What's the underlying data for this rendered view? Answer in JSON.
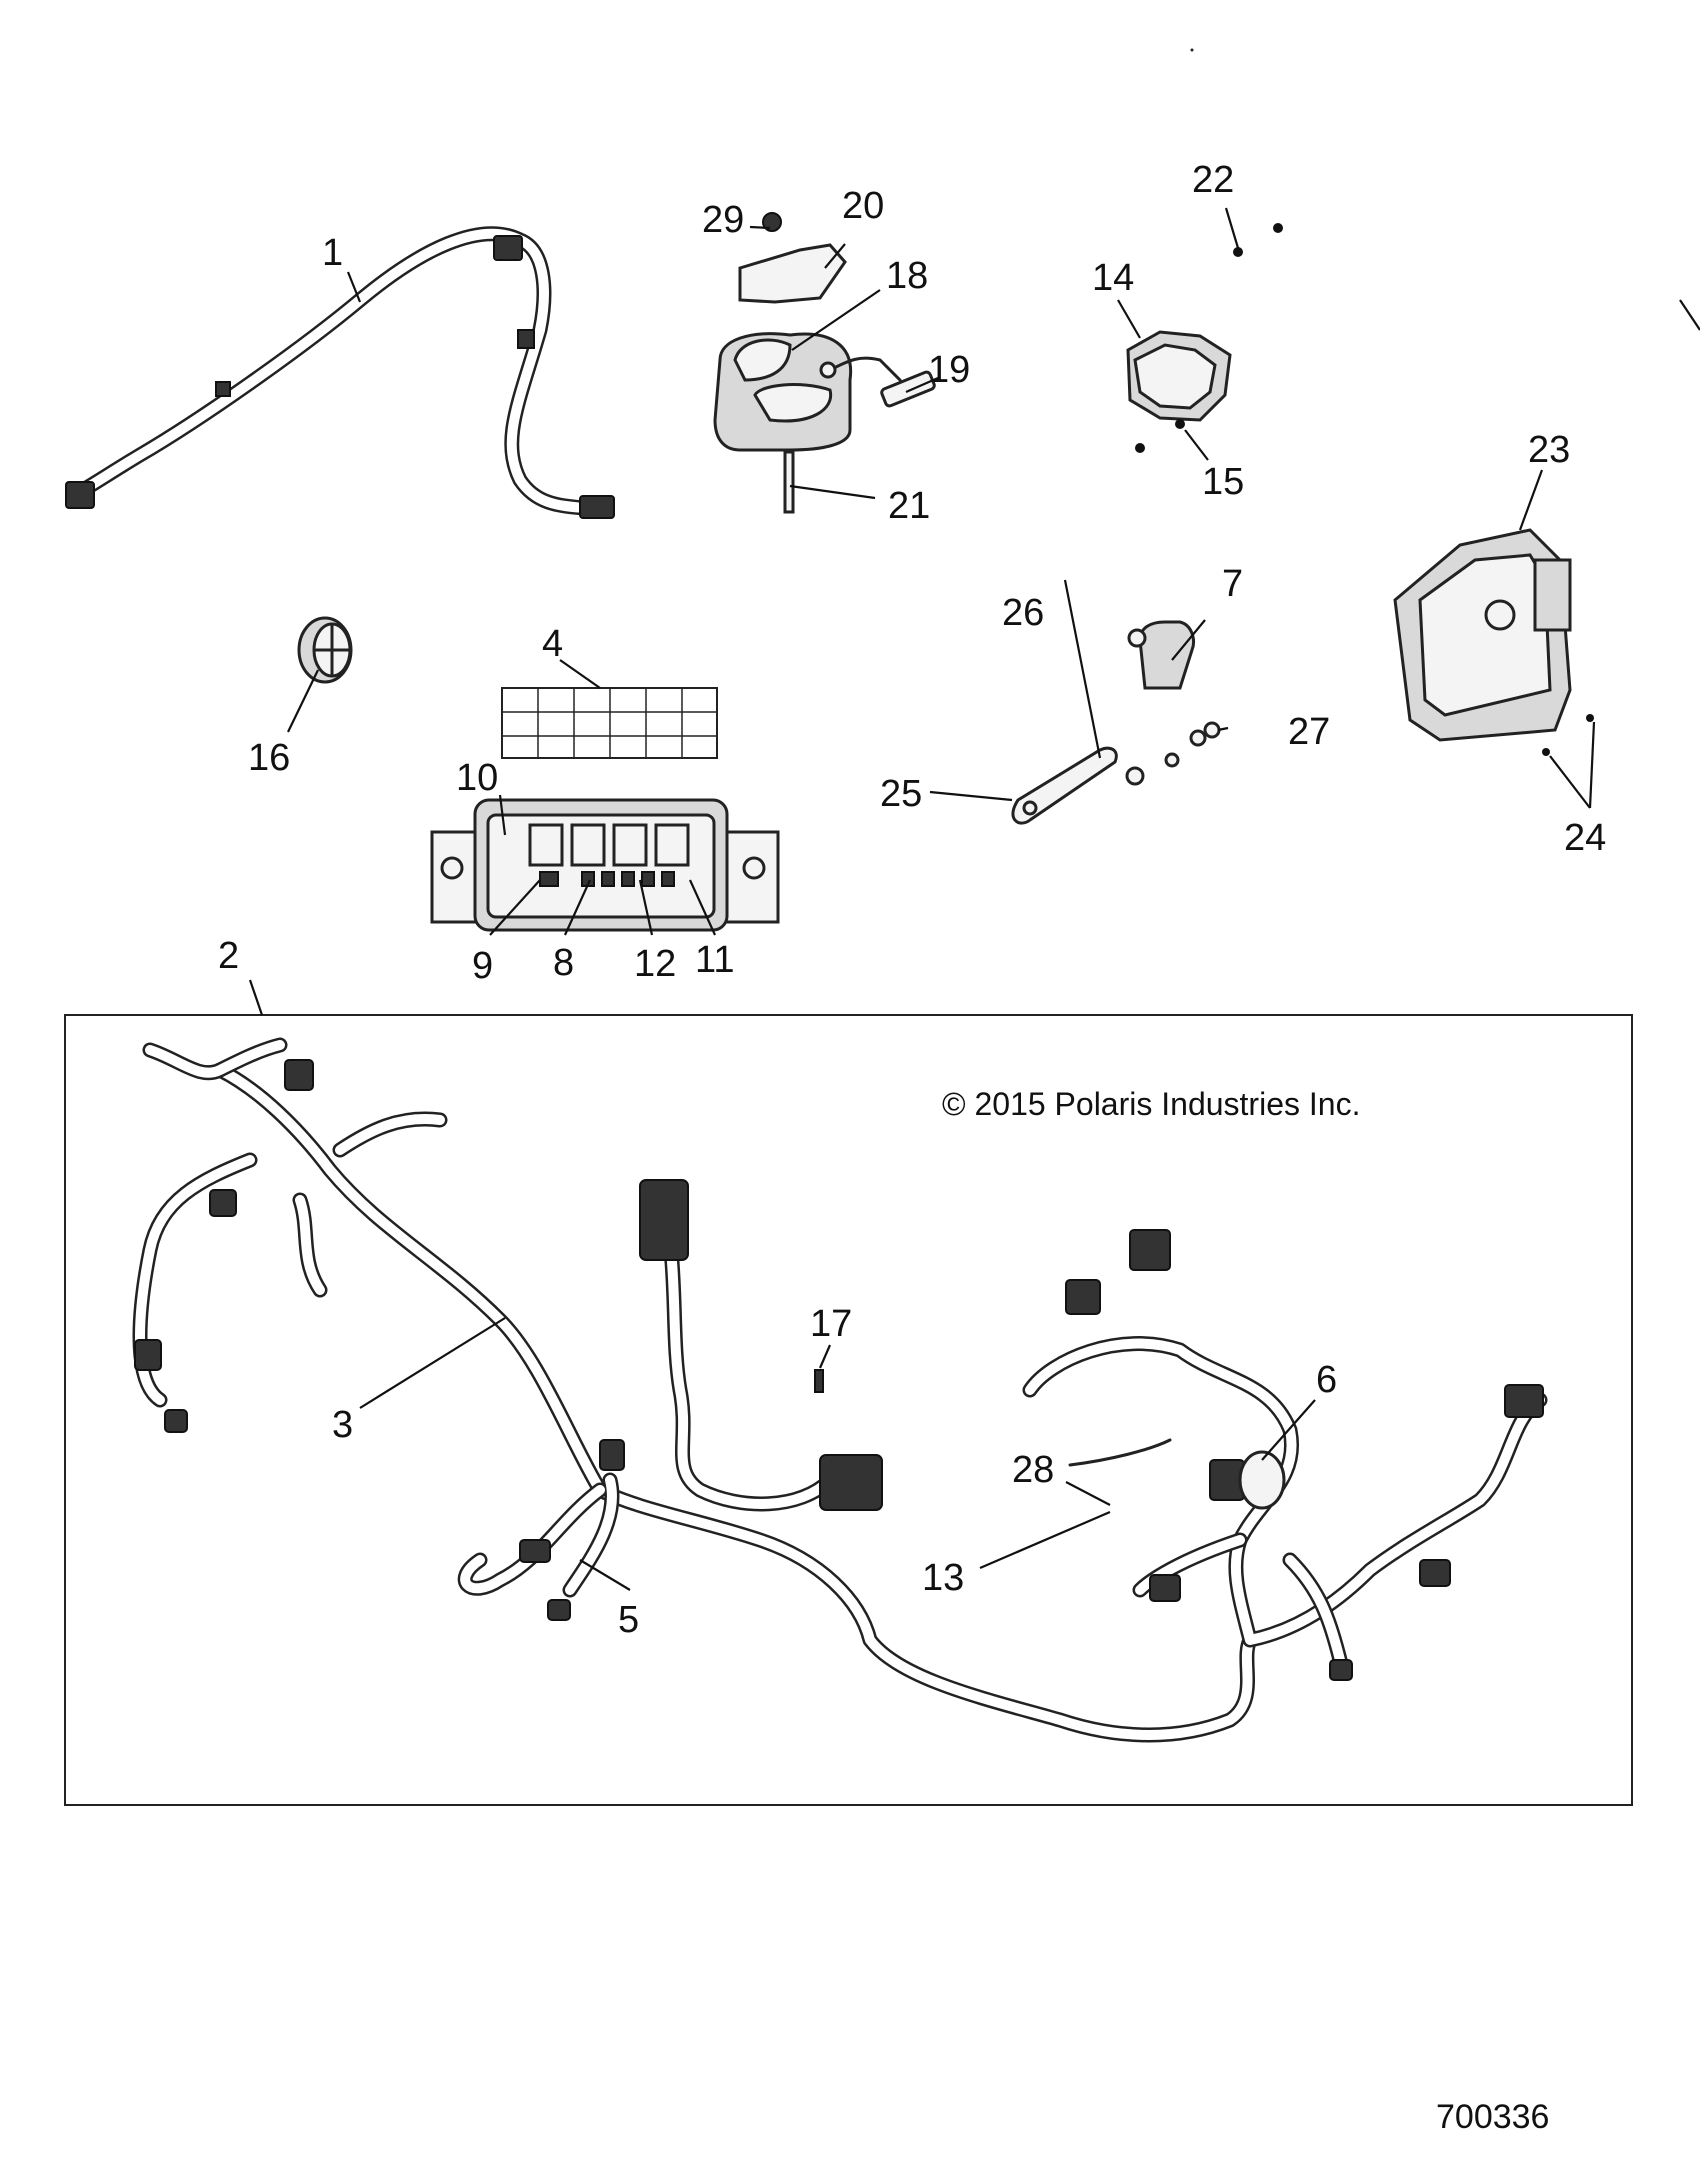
{
  "copyright": "© 2015 Polaris Industries Inc.",
  "reference_number": "700336",
  "callouts": [
    {
      "id": "1",
      "text": "1"
    },
    {
      "id": "2",
      "text": "2"
    },
    {
      "id": "3",
      "text": "3"
    },
    {
      "id": "4",
      "text": "4"
    },
    {
      "id": "5",
      "text": "5"
    },
    {
      "id": "6",
      "text": "6"
    },
    {
      "id": "7",
      "text": "7"
    },
    {
      "id": "8",
      "text": "8"
    },
    {
      "id": "9",
      "text": "9"
    },
    {
      "id": "10",
      "text": "10"
    },
    {
      "id": "11",
      "text": "11"
    },
    {
      "id": "12",
      "text": "12"
    },
    {
      "id": "13",
      "text": "13"
    },
    {
      "id": "14",
      "text": "14"
    },
    {
      "id": "15",
      "text": "15"
    },
    {
      "id": "16",
      "text": "16"
    },
    {
      "id": "17",
      "text": "17"
    },
    {
      "id": "18",
      "text": "18"
    },
    {
      "id": "19",
      "text": "19"
    },
    {
      "id": "20",
      "text": "20"
    },
    {
      "id": "21",
      "text": "21"
    },
    {
      "id": "22",
      "text": "22"
    },
    {
      "id": "23",
      "text": "23"
    },
    {
      "id": "24",
      "text": "24"
    },
    {
      "id": "25",
      "text": "25"
    },
    {
      "id": "26",
      "text": "26"
    },
    {
      "id": "27",
      "text": "27"
    },
    {
      "id": "28",
      "text": "28"
    },
    {
      "id": "29",
      "text": "29"
    }
  ]
}
